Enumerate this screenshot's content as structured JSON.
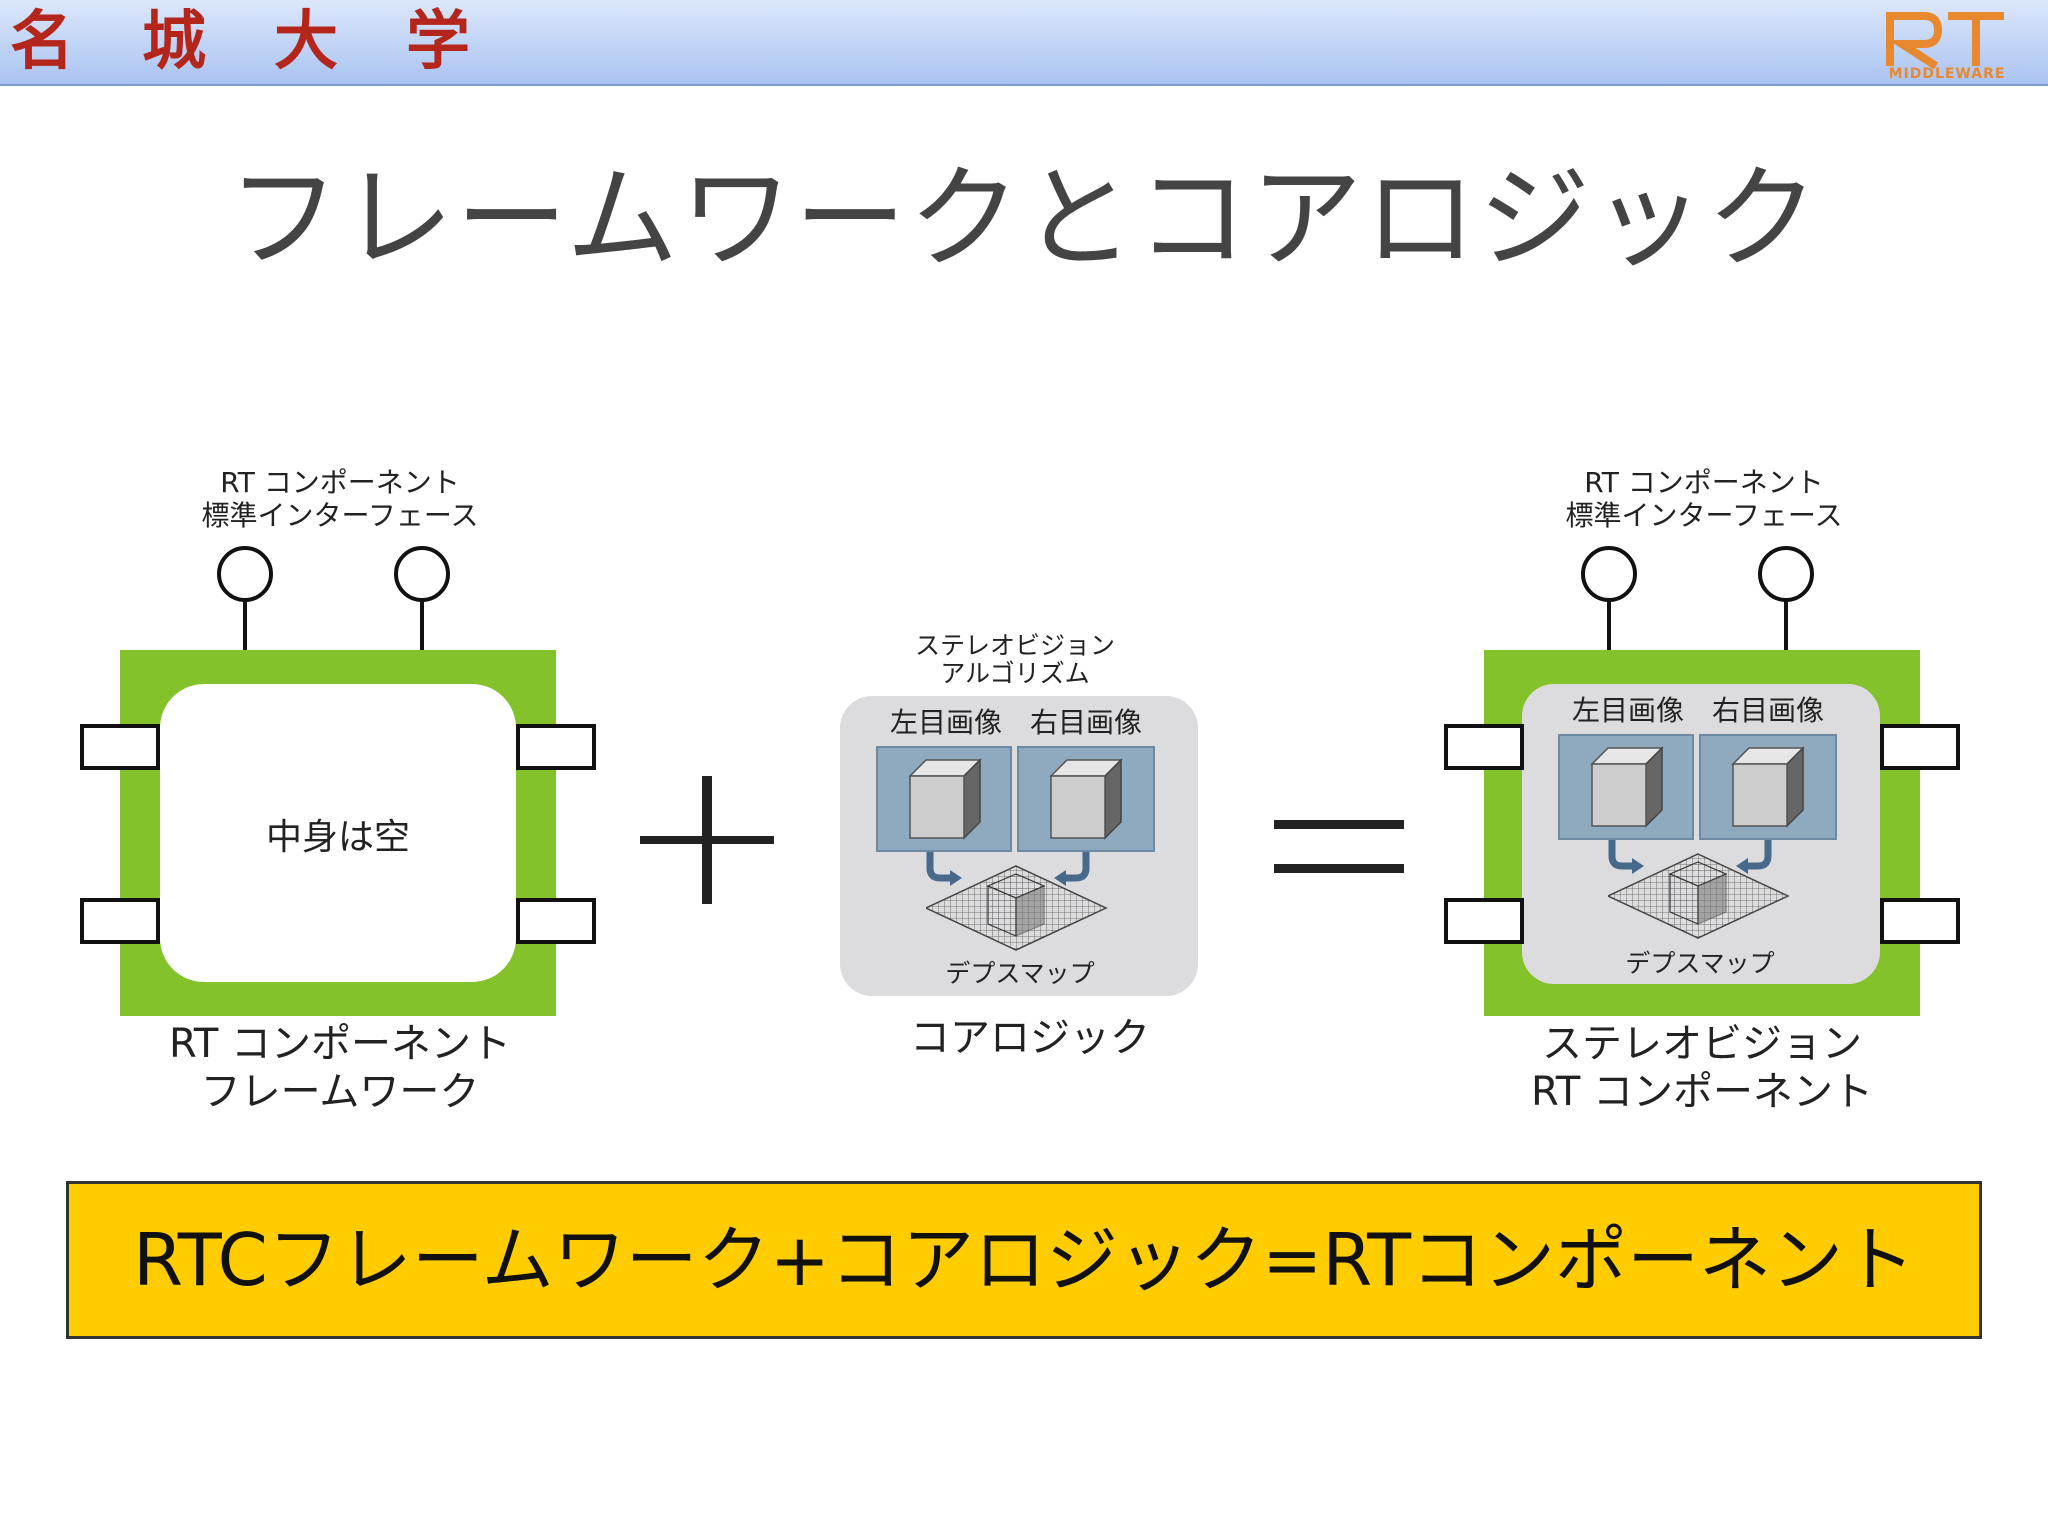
{
  "header": {
    "university": "名城大学",
    "logo_letters": "RT",
    "logo_word": "MIDDLEWARE"
  },
  "slide": {
    "title": "フレームワークとコアロジック"
  },
  "framework_block": {
    "interface_label_line1": "RT コンポーネント",
    "interface_label_line2": "標準インターフェース",
    "inner_text": "中身は空",
    "caption_line1": "RT コンポーネント",
    "caption_line2": "フレームワーク"
  },
  "operators": {
    "plus": "+",
    "equals": "="
  },
  "core_logic_block": {
    "algorithm_label_line1": "ステレオビジョン",
    "algorithm_label_line2": "アルゴリズム",
    "left_image_label": "左目画像",
    "right_image_label": "右目画像",
    "depth_map_label": "デプスマップ",
    "caption": "コアロジック"
  },
  "component_block": {
    "interface_label_line1": "RT コンポーネント",
    "interface_label_line2": "標準インターフェース",
    "left_image_label": "左目画像",
    "right_image_label": "右目画像",
    "depth_map_label": "デプスマップ",
    "caption_line1": "ステレオビジョン",
    "caption_line2": "RT コンポーネント"
  },
  "summary": {
    "text": "RTCフレームワーク+コアロジック=RTコンポーネント"
  },
  "colors": {
    "component_green": "#83c22a",
    "summary_yellow": "#ffcc00",
    "header_blue": "#aac4f1",
    "university_red": "#b4261c",
    "logo_orange": "#e8882f"
  }
}
